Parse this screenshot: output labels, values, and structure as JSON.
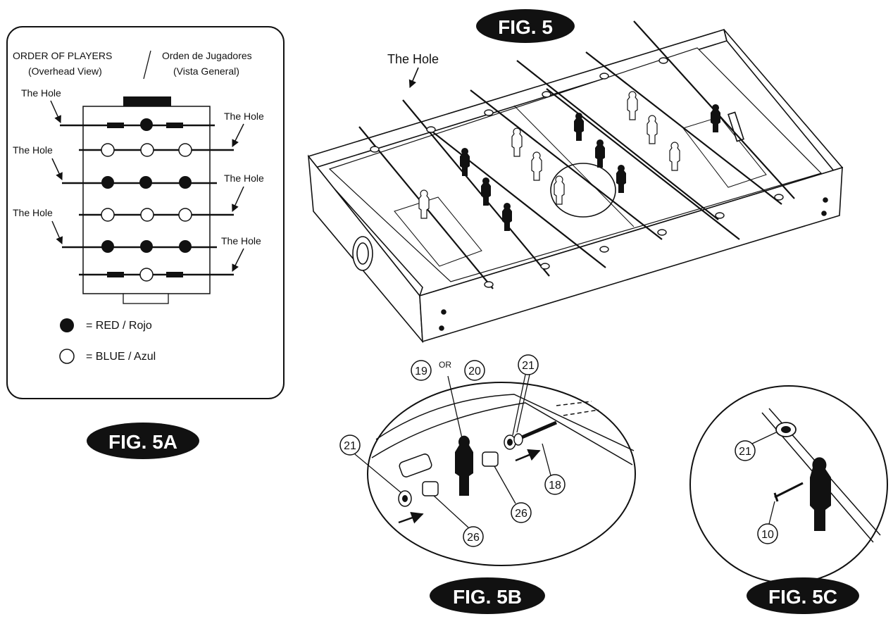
{
  "fig5": {
    "title": "FIG. 5",
    "hole_label": "The Hole"
  },
  "fig5a": {
    "title": "FIG. 5A",
    "heading_en": "ORDER OF PLAYERS",
    "heading_es": "Orden de Jugadores",
    "sub_en": "(Overhead View)",
    "sub_es": "(Vista General)",
    "hole_label": "The Hole",
    "legend_red": "= RED / Rojo",
    "legend_blue": "= BLUE / Azul"
  },
  "fig5b": {
    "title": "FIG. 5B",
    "part_19": "19",
    "or_text": "OR",
    "part_20": "20",
    "part_21": "21",
    "part_26": "26",
    "part_18": "18"
  },
  "fig5c": {
    "title": "FIG. 5C",
    "part_21": "21",
    "part_10": "10"
  }
}
